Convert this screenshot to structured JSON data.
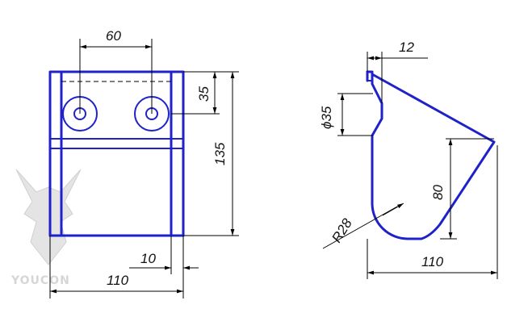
{
  "watermark": {
    "brand": "YOUCON"
  },
  "front_view": {
    "dim_hole_spacing": "60",
    "dim_top_offset": "35",
    "dim_height": "135",
    "dim_plate_thickness": "10",
    "dim_width": "110"
  },
  "side_view": {
    "dim_thickness": "12",
    "dim_hole_diameter": "ϕ35",
    "dim_height": "80",
    "dim_radius": "R28",
    "dim_width": "110"
  },
  "colors": {
    "part_outline": "#1e22c8",
    "dimension_lines": "#000000",
    "watermark": "#d6d6d6"
  }
}
